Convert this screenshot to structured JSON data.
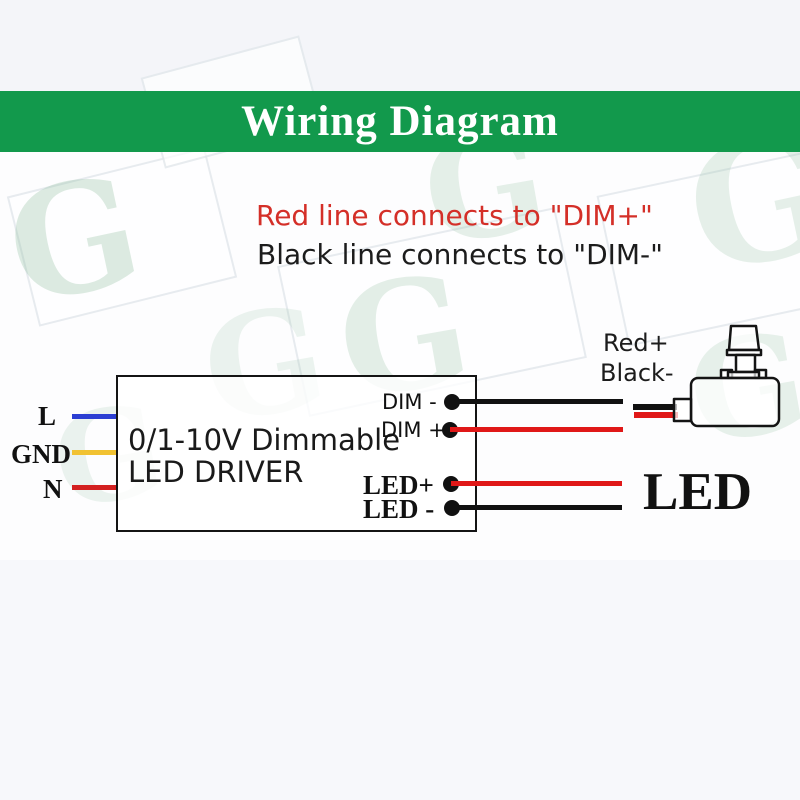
{
  "banner": {
    "title": "Wiring Diagram",
    "bg_color": "#12994c"
  },
  "instructions": {
    "line1": {
      "text": "Red line connects to \"DIM+\"",
      "color": "#d42f28"
    },
    "line2": {
      "text": "Black line connects to \"DIM-\"",
      "color": "#1c1c1c"
    }
  },
  "driver": {
    "title_line1": "0/1-10V Dimmable",
    "title_line2": "LED DRIVER",
    "inputs": [
      {
        "label": "L",
        "wire_color": "#2c3fd3"
      },
      {
        "label": "GND",
        "wire_color": "#f1c232"
      },
      {
        "label": "N",
        "wire_color": "#d32020"
      }
    ],
    "outputs": [
      {
        "label": "DIM -",
        "wire_color": "#111111"
      },
      {
        "label": "DIM +",
        "wire_color": "#e01818"
      },
      {
        "label": "LED+",
        "wire_color": "#e01818"
      },
      {
        "label": "LED -",
        "wire_color": "#111111"
      }
    ]
  },
  "dimmer": {
    "wire_label_red": "Red+",
    "wire_label_black": "Black-",
    "stub_red_color": "#e01818",
    "stub_black_color": "#111111"
  },
  "led": {
    "label": "LED"
  },
  "watermark": {
    "letter": "G"
  }
}
